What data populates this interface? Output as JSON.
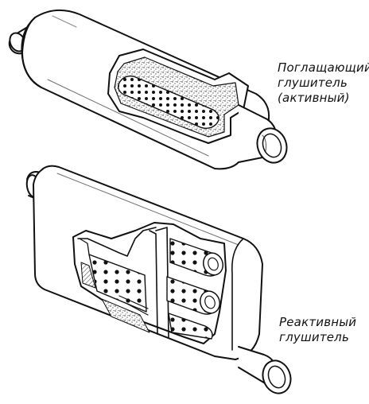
{
  "labels": {
    "absorptive_muffler": {
      "line1": "Поглащающий",
      "line2": "глушитель",
      "line3": "(активный)"
    },
    "reactive_muffler": {
      "line1": "Реактивный",
      "line2": "глушитель"
    }
  },
  "colors": {
    "ink": "#111111",
    "paper": "#ffffff"
  }
}
